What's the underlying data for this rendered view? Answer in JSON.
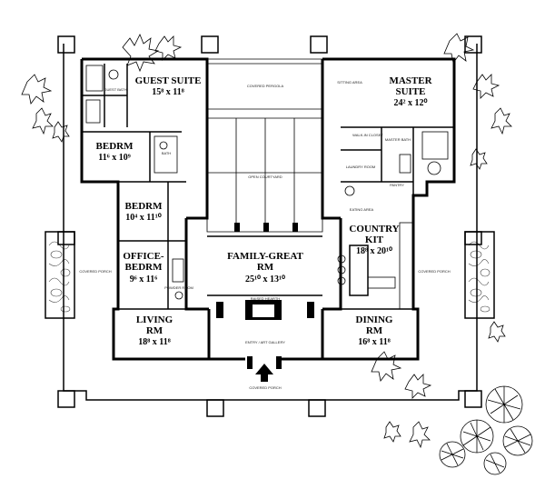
{
  "rooms": {
    "guest_suite": {
      "name": "GUEST SUITE",
      "dim": "15⁸ x 11⁸"
    },
    "guest_bath": {
      "name": "GUEST BATH"
    },
    "bedrm1": {
      "name": "BEDRM",
      "dim": "11⁶ x 10⁹"
    },
    "bath": {
      "name": "BATH"
    },
    "bedrm2": {
      "name": "BEDRM",
      "dim": "10⁴ x 11¹⁰"
    },
    "office": {
      "name1": "OFFICE-",
      "name2": "BEDRM",
      "dim": "9⁶ x 11⁶"
    },
    "powder": {
      "name": "POWDER ROOM"
    },
    "living": {
      "name1": "LIVING",
      "name2": "RM",
      "dim": "18⁸ x 11⁸"
    },
    "family": {
      "name1": "FAMILY-GREAT",
      "name2": "RM",
      "dim": "25¹⁰ x 13¹⁰"
    },
    "master": {
      "name1": "MASTER",
      "name2": "SUITE",
      "dim": "24² x 12⁰"
    },
    "sitting": {
      "name": "SITTING AREA"
    },
    "walkin": {
      "name": "WALK-IN CLOSET"
    },
    "master_bath": {
      "name": "MASTER BATH"
    },
    "laundry": {
      "name": "LAUNDRY ROOM"
    },
    "pantry": {
      "name": "PANTRY"
    },
    "eating": {
      "name": "EATING AREA"
    },
    "kitchen": {
      "name1": "COUNTRY",
      "name2": "KIT",
      "dim": "18⁸ x 20¹⁰"
    },
    "dining": {
      "name1": "DINING",
      "name2": "RM",
      "dim": "16⁸ x 11⁸"
    },
    "courtyard": {
      "name": "OPEN COURTYARD"
    },
    "pergola": {
      "name": "COVERED PERGOLA"
    },
    "porch_left": {
      "name": "COVERED PORCH"
    },
    "porch_right": {
      "name": "COVERED PORCH"
    },
    "porch_front": {
      "name": "COVERED PORCH"
    },
    "entry": {
      "name": "ENTRY / ART GALLERY"
    },
    "hearth": {
      "name": "RAISED HEARTH"
    }
  },
  "colors": {
    "ink": "#000000",
    "paper": "#ffffff"
  }
}
